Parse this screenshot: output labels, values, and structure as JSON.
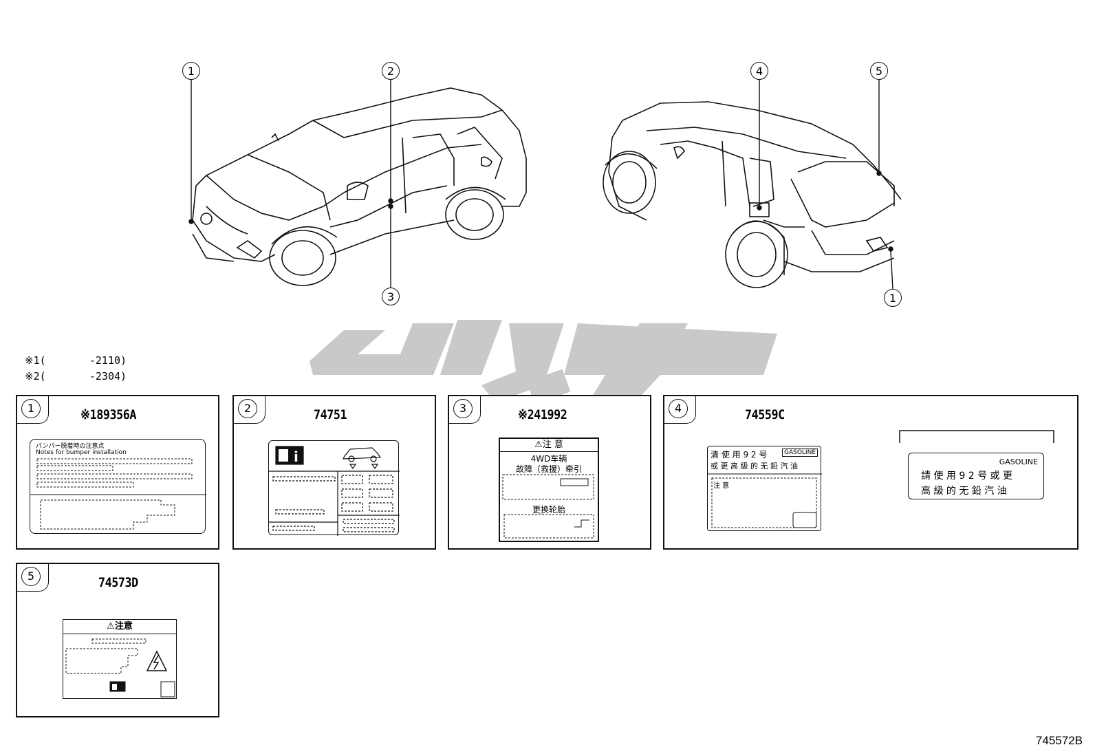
{
  "callouts": {
    "front_1": "1",
    "front_2": "2",
    "front_3": "3",
    "rear_4": "4",
    "rear_5": "5",
    "rear_1": "1"
  },
  "notes": [
    {
      "marker": "※1",
      "text": "(       -2110)"
    },
    {
      "marker": "※2",
      "text": "(       -2304)"
    }
  ],
  "panels": [
    {
      "number": "1",
      "part_no": "※189356A",
      "label_lines": [
        "バンパー脱着時の注意点",
        "Notes for bumper installation"
      ]
    },
    {
      "number": "2",
      "part_no": "74751"
    },
    {
      "number": "3",
      "part_no": "※241992",
      "label_header": "⚠注 意",
      "label_lines": [
        "4WD车辆",
        "故障（救援）牵引",
        "更换轮胎"
      ]
    },
    {
      "number": "4",
      "part_no": "74559C",
      "label_lines": [
        "清 使 用 9 2 号",
        "GASOLINE",
        "或 更 高 級 的 无 鉛 汽 油",
        "注 意"
      ],
      "zoom_lines": [
        "GASOLINE",
        "請 使 用 9 2 号 或 更",
        "高 級 的 无 鉛 汽 油"
      ]
    },
    {
      "number": "5",
      "part_no": "74573D",
      "label_header": "⚠注意"
    }
  ],
  "footer_code": "745572B",
  "colors": {
    "line": "#111111",
    "watermark": "#c8c8c8"
  }
}
